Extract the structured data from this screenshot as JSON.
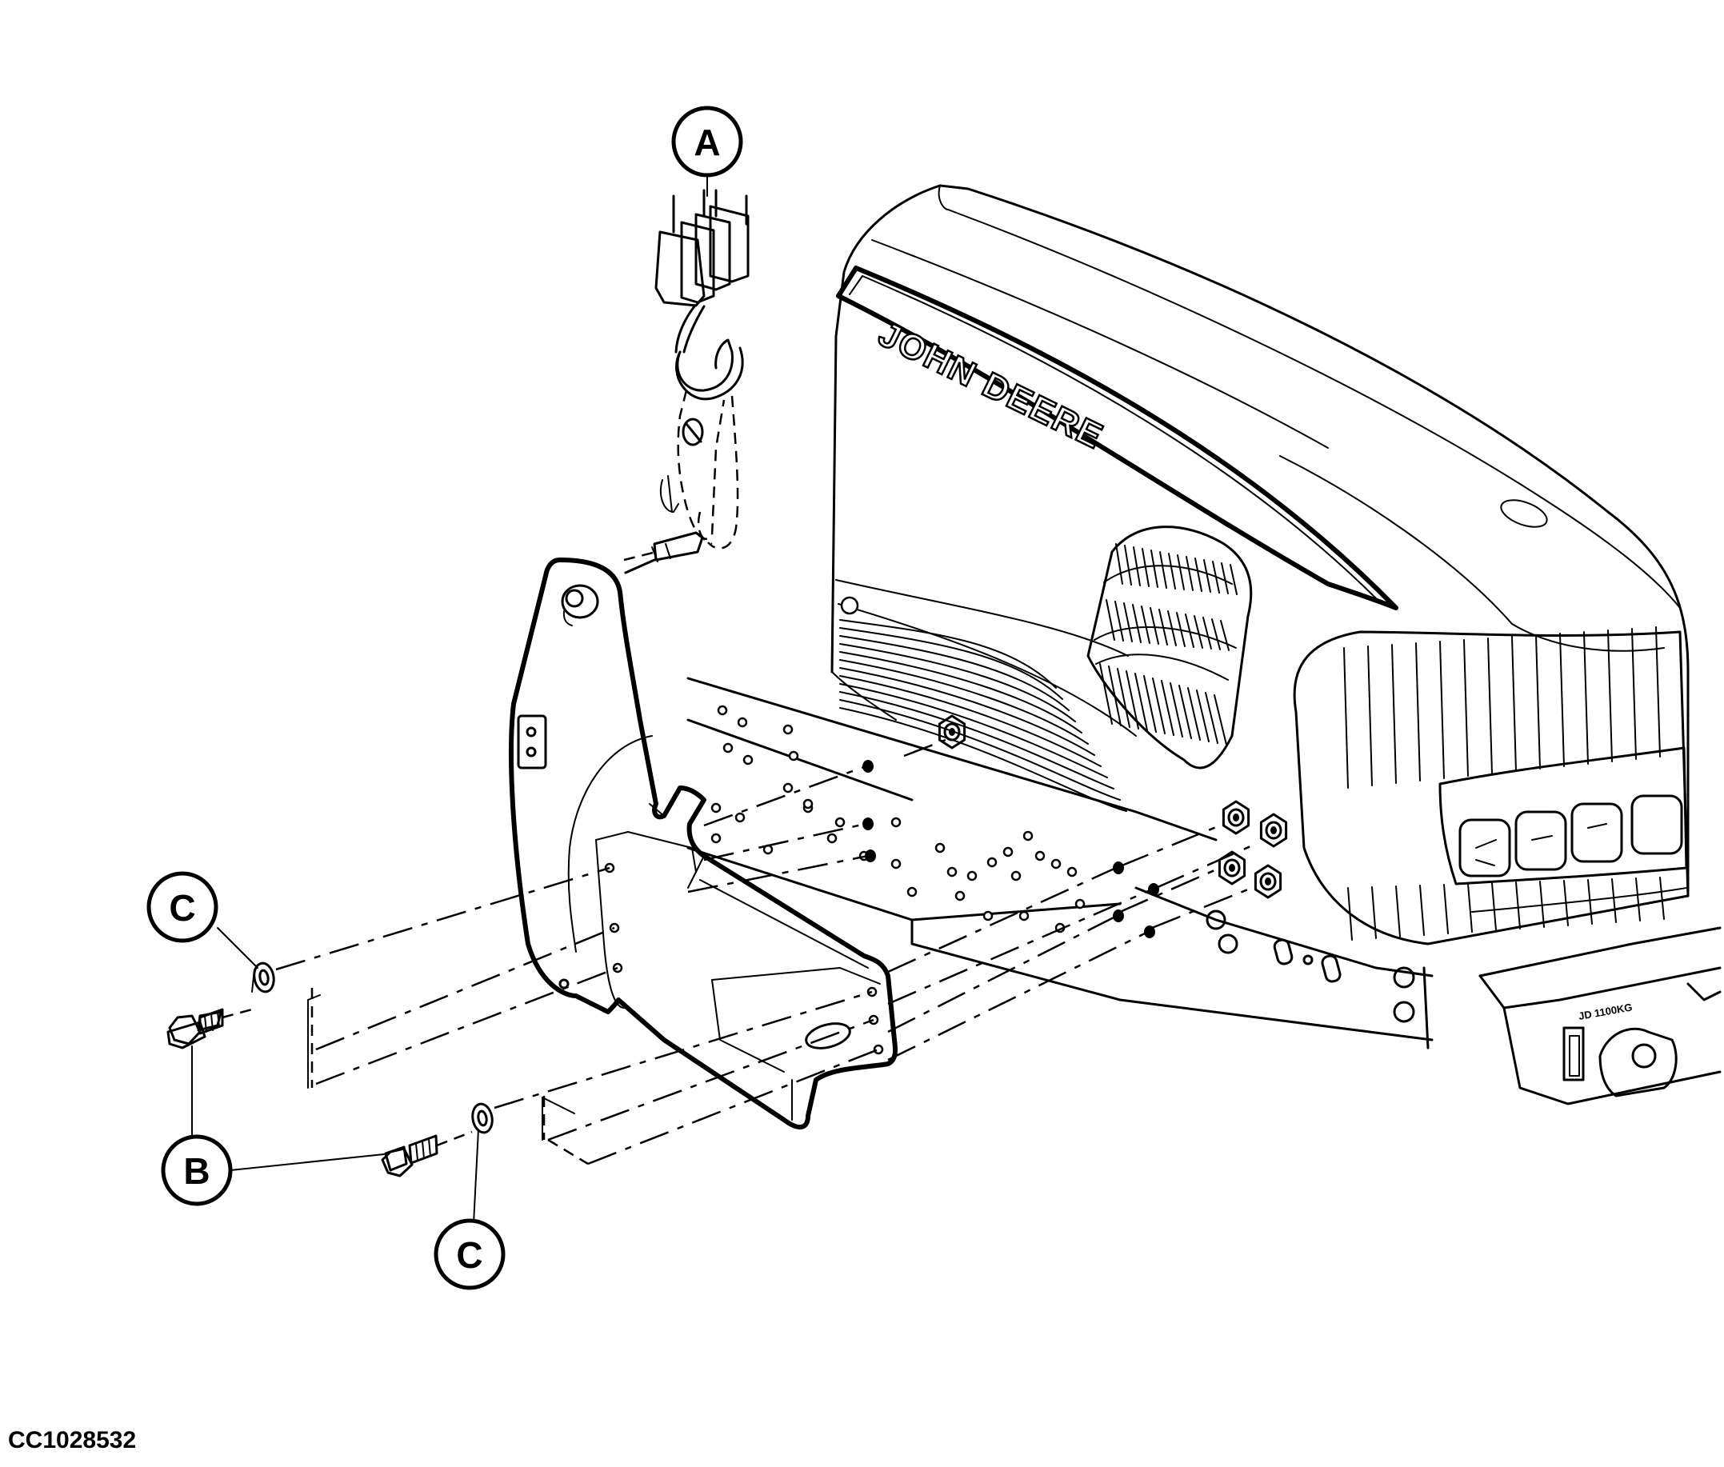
{
  "figure": {
    "id": "CC1028532"
  },
  "callouts": [
    {
      "label": "A"
    },
    {
      "label": "B"
    },
    {
      "label": "C"
    },
    {
      "label": "C"
    }
  ],
  "branding": {
    "hood_logo": "JOHN DEERE",
    "weight_plate": "JD 1100KG"
  }
}
